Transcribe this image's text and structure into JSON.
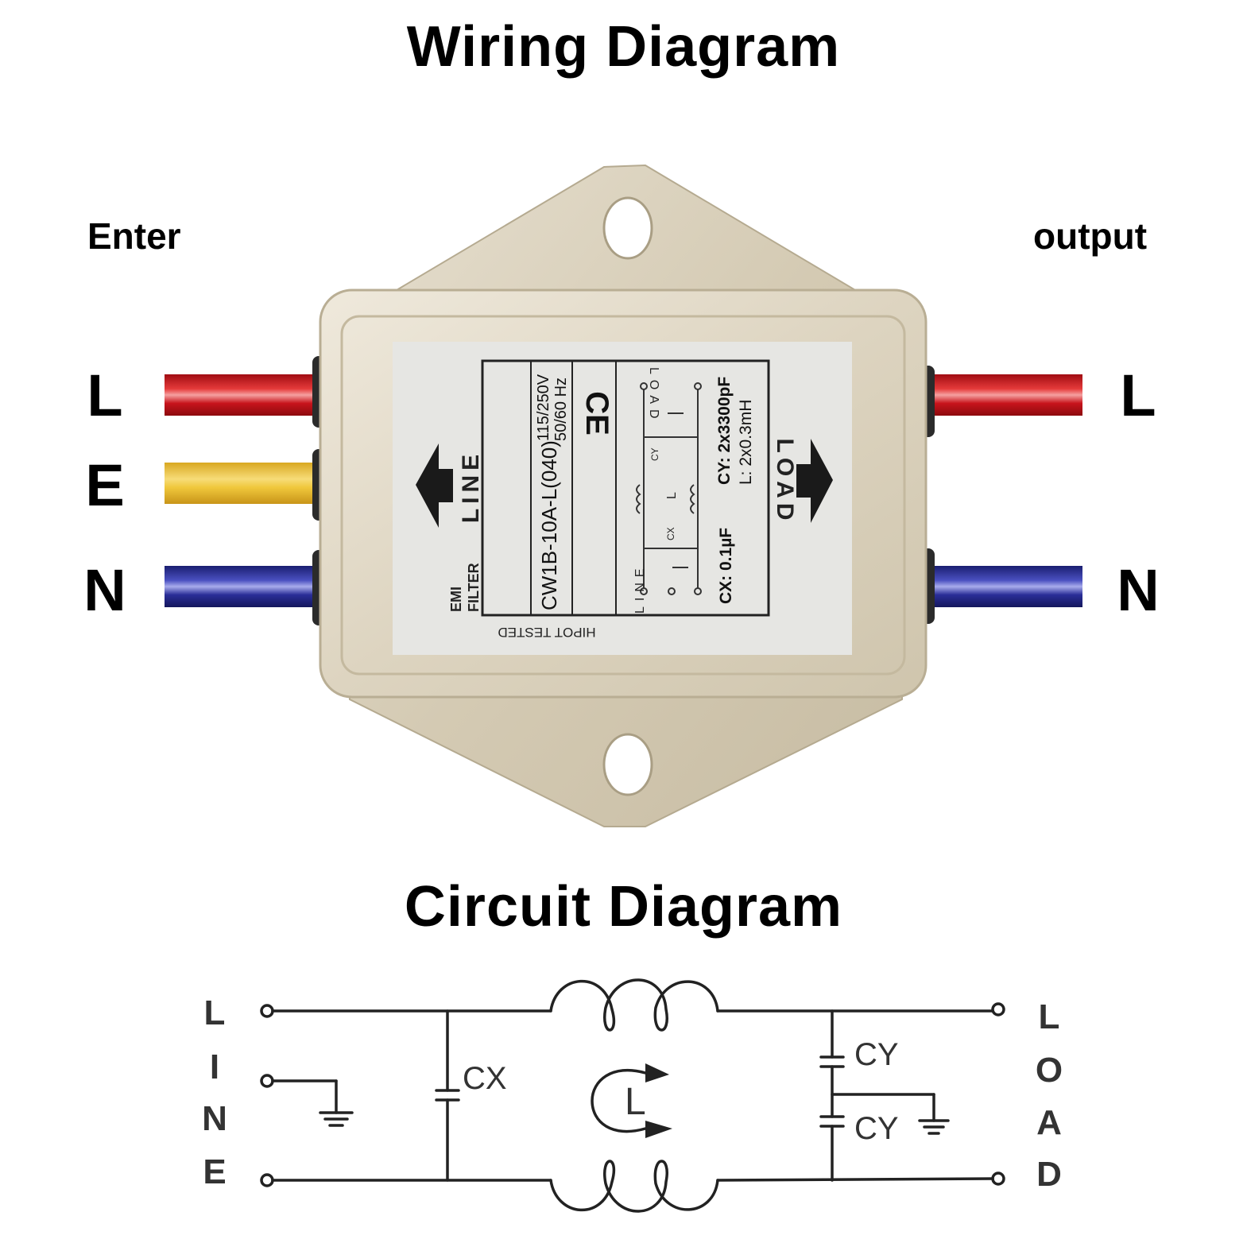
{
  "titles": {
    "wiring": "Wiring Diagram",
    "circuit": "Circuit Diagram"
  },
  "sides": {
    "enter": "Enter",
    "output": "output"
  },
  "wires": {
    "left": [
      "L",
      "E",
      "N"
    ],
    "right": [
      "L",
      "N"
    ]
  },
  "colors": {
    "line_wire": "#c8141c",
    "earth_wire": "#f0c83c",
    "neutral_wire": "#2a2e98",
    "housing": "#d9d0bc"
  },
  "label": {
    "emi": "EMI",
    "filter": "FILTER",
    "model": "CW1B-10A-L(040)",
    "rating": "115/250V",
    "freq": "50/60 Hz",
    "ce": "CE",
    "hipot": "HIPOT TESTED",
    "line_arrow": "LINE",
    "load_arrow": "LOAD",
    "cy_spec": "CY: 2x3300pF",
    "l_spec": "L: 2x0.3mH",
    "cx_spec": "CX: 0.1µF",
    "line_pins": "LINE",
    "load_pins": "LOAD",
    "mini_cx": "CX",
    "mini_cy": "CY",
    "mini_l": "L"
  },
  "circuit": {
    "line_letters": [
      "L",
      "I",
      "N",
      "E"
    ],
    "load_letters": [
      "L",
      "O",
      "A",
      "D"
    ],
    "cx": "CX",
    "cy_top": "CY",
    "cy_bottom": "CY",
    "inductor": "L"
  }
}
